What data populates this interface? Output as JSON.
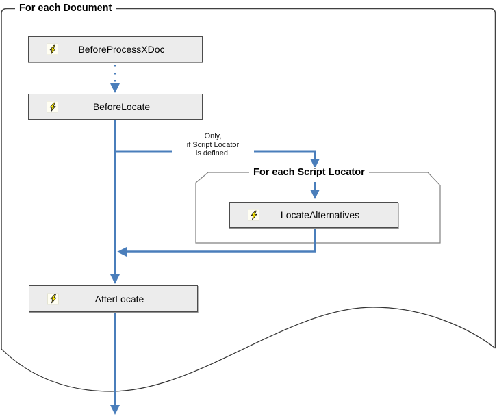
{
  "diagram": {
    "outer_loop": {
      "label": "For each Document"
    },
    "inner_loop": {
      "label": "For each Script Locator"
    },
    "condition_note": {
      "lines": [
        "Only,",
        "if Script Locator",
        "is defined."
      ]
    },
    "nodes": {
      "before_process_xdoc": {
        "label": "BeforeProcessXDoc",
        "icon": "lightning-bolt"
      },
      "before_locate": {
        "label": "BeforeLocate",
        "icon": "lightning-bolt"
      },
      "locate_alternatives": {
        "label": "LocateAlternatives",
        "icon": "lightning-bolt"
      },
      "after_locate": {
        "label": "AfterLocate",
        "icon": "lightning-bolt"
      }
    },
    "colors": {
      "connector_blue": "#4a7ebb",
      "node_fill": "#ececec",
      "node_border": "#4c4c4c",
      "outer_border": "#404040",
      "inner_border": "#808080",
      "icon_yellow": "#ffec00"
    }
  }
}
